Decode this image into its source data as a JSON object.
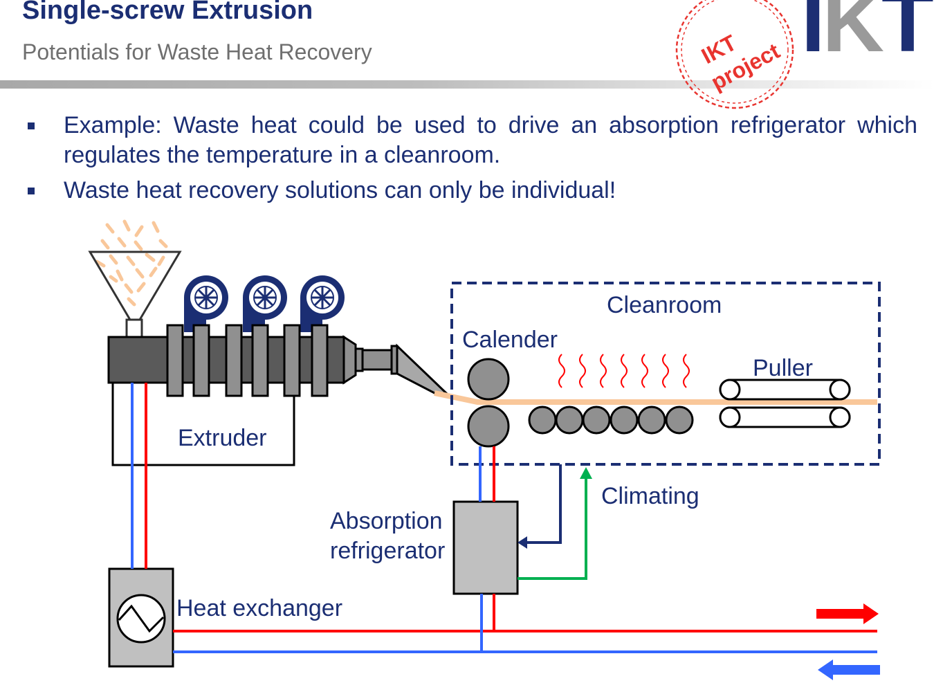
{
  "header": {
    "title": "Single-screw Extrusion",
    "subtitle": "Potentials for Waste Heat Recovery",
    "logo_text": "IKT",
    "stamp_text": [
      "IKT",
      "project"
    ]
  },
  "bullets": [
    "Example: Waste heat could be used to drive an absorption refrigerator which regulates the temperature in a cleanroom.",
    "Waste heat recovery solutions can only be individual!"
  ],
  "diagram": {
    "labels": {
      "cleanroom": "Cleanroom",
      "calender": "Calender",
      "puller": "Puller",
      "extruder": "Extruder",
      "climating": "Climating",
      "absorption_line1": "Absorption",
      "absorption_line2": "refrigerator",
      "heat_exchanger": "Heat exchanger"
    },
    "colors": {
      "navy": "#1b2e73",
      "hot": "#ff0000",
      "cold": "#3366ff",
      "green": "#00b050",
      "material": "#f9c79a",
      "stamp": "#e8342f",
      "steel": "#808080",
      "box": "#c0c0c0"
    }
  }
}
